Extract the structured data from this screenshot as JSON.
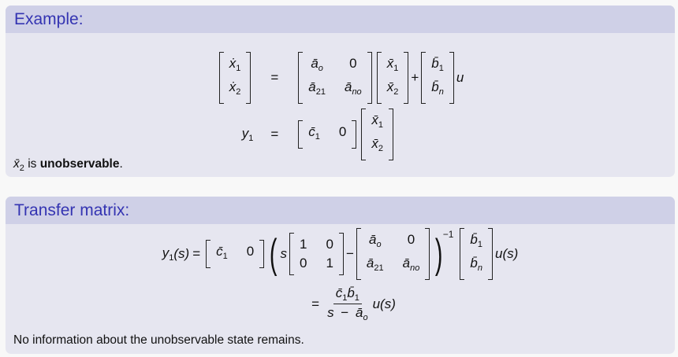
{
  "example": {
    "title": "Example:",
    "row1": {
      "lhs": [
        {
          "b": "ẋ",
          "s": "1"
        },
        {
          "b": "ẋ",
          "s": "2"
        }
      ],
      "eq": "=",
      "A": [
        {
          "b": "ā",
          "s": "o"
        },
        {
          "b": "0"
        },
        {
          "b": "ā",
          "s": "21"
        },
        {
          "b": "ā",
          "s": "no"
        }
      ],
      "x": [
        {
          "b": "x̄",
          "s": "1"
        },
        {
          "b": "x̄",
          "s": "2"
        }
      ],
      "plus": "+",
      "B": [
        {
          "b": "b̄",
          "s": "1"
        },
        {
          "b": "b̄",
          "s": "n"
        }
      ],
      "u": "u"
    },
    "row2": {
      "lhs": {
        "b": "y",
        "s": "1"
      },
      "eq": "=",
      "C": [
        {
          "b": "c̄",
          "s": "1"
        },
        {
          "b": "0"
        }
      ],
      "x": [
        {
          "b": "x̄",
          "s": "1"
        },
        {
          "b": "x̄",
          "s": "2"
        }
      ]
    },
    "note": {
      "var": {
        "b": "x̄",
        "s": "2"
      },
      "is": "is",
      "bold": "unobservable",
      "end": "."
    }
  },
  "transfer": {
    "title": "Transfer matrix:",
    "eq1": {
      "lhs": {
        "b": "y",
        "s": "1"
      },
      "lhs_arg": "(s)",
      "eq": "=",
      "C": [
        {
          "b": "c̄",
          "s": "1"
        },
        {
          "b": "0"
        }
      ],
      "lparen": "(",
      "s": "s",
      "I": [
        "1",
        "0",
        "0",
        "1"
      ],
      "minus": "−",
      "A": [
        {
          "b": "ā",
          "s": "o"
        },
        {
          "b": "0"
        },
        {
          "b": "ā",
          "s": "21"
        },
        {
          "b": "ā",
          "s": "no"
        }
      ],
      "rparen": ")",
      "exp": "−1",
      "B": [
        {
          "b": "b̄",
          "s": "1"
        },
        {
          "b": "b̄",
          "s": "n"
        }
      ],
      "u": "u",
      "u_arg": "(s)"
    },
    "eq2": {
      "eq": "=",
      "num": [
        {
          "b": "c̄",
          "s": "1"
        },
        {
          "b": "b̄",
          "s": "1"
        }
      ],
      "den_s": "s",
      "den_minus": "−",
      "den_a": {
        "b": "ā",
        "s": "o"
      },
      "u": "u",
      "u_arg": "(s)"
    },
    "note": "No information about the unobservable state remains."
  }
}
